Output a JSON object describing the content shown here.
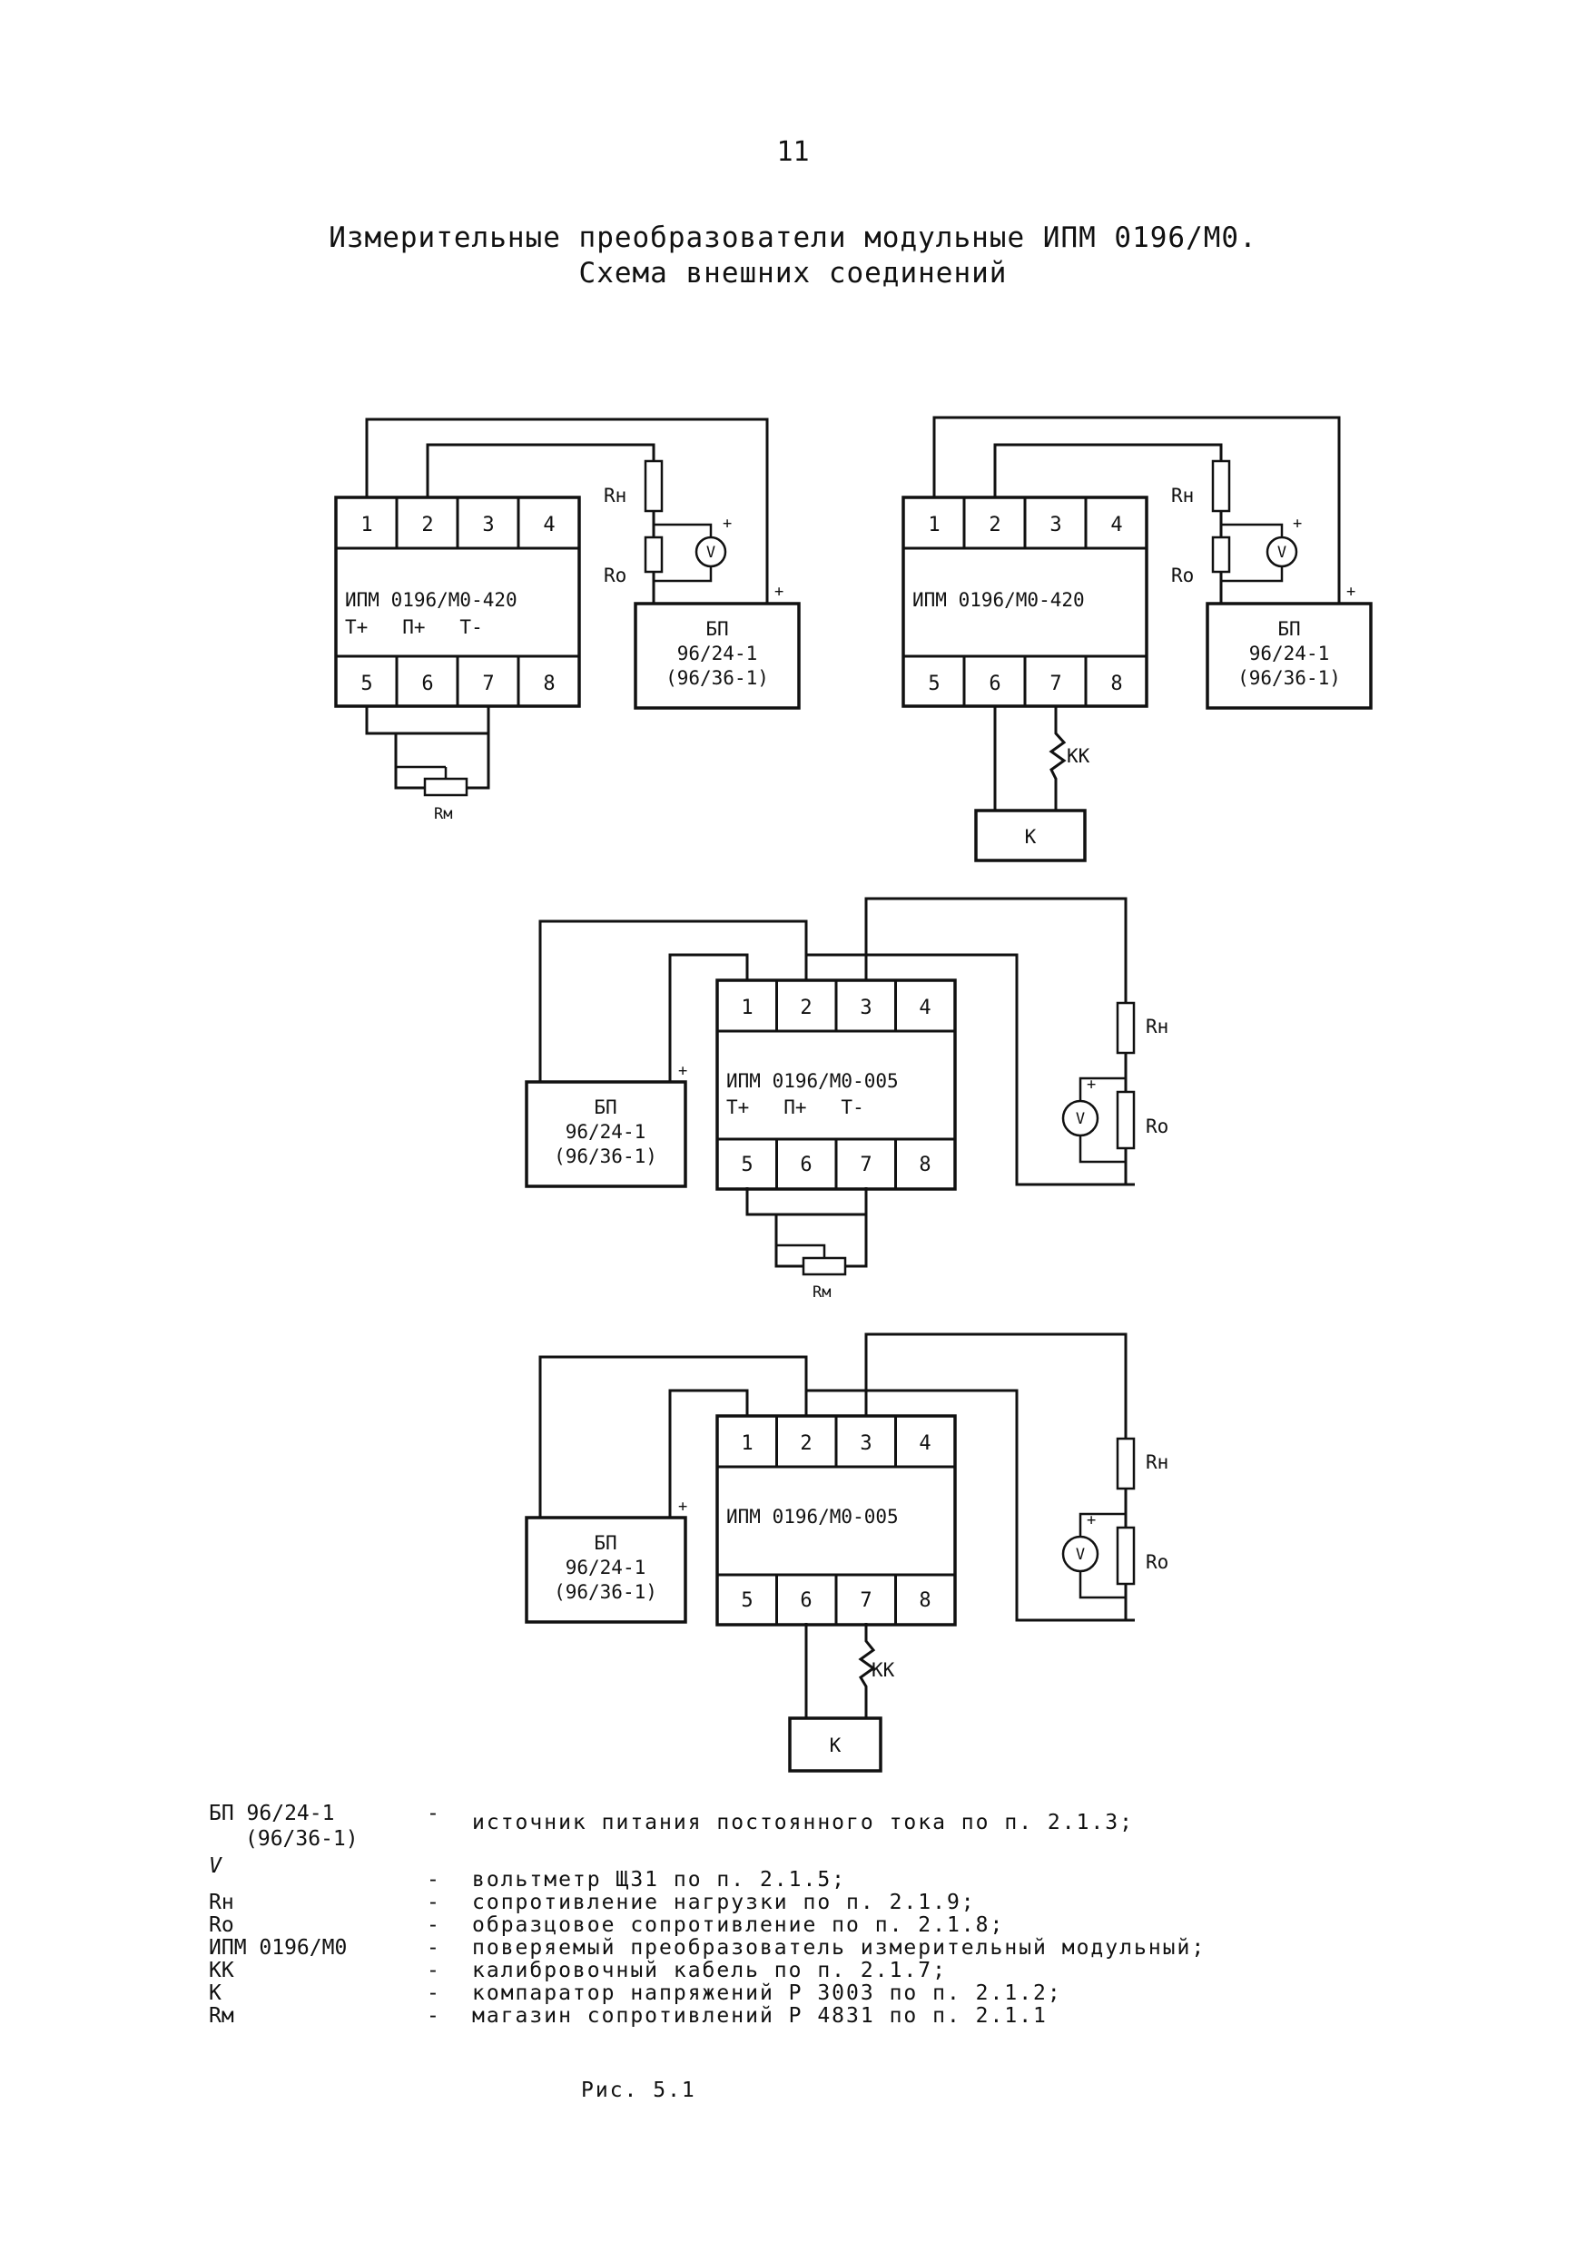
{
  "page_number": "11",
  "title_line1": "Измерительные преобразователи модульные ИПМ 0196/М0.",
  "title_line2": "Схема внешних соединений",
  "terminals": [
    "1",
    "2",
    "3",
    "4",
    "5",
    "6",
    "7",
    "8"
  ],
  "labels": {
    "module_420": "ИПМ 0196/М0-420",
    "module_005": "ИПМ 0196/М0-005",
    "terminal_marks": "Т+   П+   Т-",
    "psu_line1": "БП",
    "psu_line2": "96/24-1",
    "psu_line3": "(96/36-1)",
    "rn": "Rн",
    "ro": "Rо",
    "rm": "Rм",
    "kk": "КК",
    "k": "К",
    "v": "V",
    "plus": "+"
  },
  "legend": [
    {
      "term": "БП 96/24-1",
      "term2": "(96/36-1)",
      "desc": "источник питания постоянного тока по п. 2.1.3;"
    },
    {
      "term": "V",
      "desc": "вольтметр Щ31 по п. 2.1.5;"
    },
    {
      "term": "Rн",
      "desc": "сопротивление нагрузки по п. 2.1.9;"
    },
    {
      "term": "Rо",
      "desc": "образцовое сопротивление по п. 2.1.8;"
    },
    {
      "term": "ИПМ 0196/М0",
      "desc": "поверяемый преобразователь измерительный модульный;"
    },
    {
      "term": "КК",
      "desc": "калибровочный кабель по п. 2.1.7;"
    },
    {
      "term": "К",
      "desc": "компаратор напряжений Р 3003 по п. 2.1.2;"
    },
    {
      "term": "Rм",
      "desc": "магазин сопротивлений Р 4831 по п. 2.1.1"
    }
  ],
  "dash": "-",
  "caption": "Рис. 5.1"
}
